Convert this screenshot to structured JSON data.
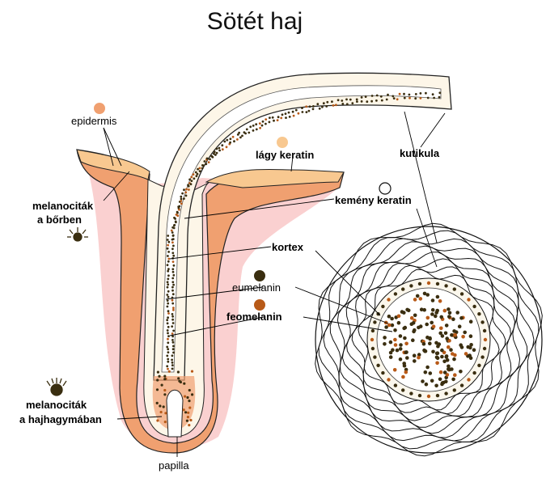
{
  "title": "Sötét haj",
  "labels": {
    "epidermis": "epidermis",
    "melanocytes_skin_1": "melanociták",
    "melanocytes_skin_2": "a bőrben",
    "soft_keratin": "lágy keratin",
    "cuticle": "kutikula",
    "hard_keratin": "kemény keratin",
    "cortex": "kortex",
    "eumelanin": "eumelanin",
    "pheomelanin": "feomelanin",
    "melanocytes_follicle_1": "melanociták",
    "melanocytes_follicle_2": "a hajhagymában",
    "papilla": "papilla"
  },
  "colors": {
    "epidermis": "#f0a070",
    "soft_keratin": "#f8c890",
    "hard_keratin": "#ffffff",
    "eumelanin": "#3a2e10",
    "pheomelanin": "#b85a18",
    "dermis_pink": "#f9c8c8"
  }
}
